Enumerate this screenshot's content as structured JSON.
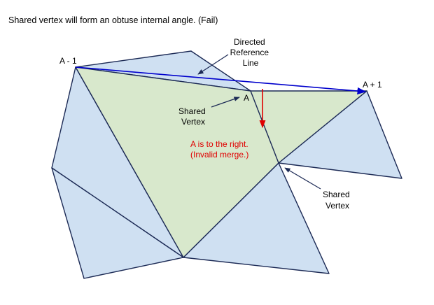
{
  "title": "Shared vertex will form an obtuse internal angle. (Fail)",
  "labels": {
    "a_minus_1": "A - 1",
    "a_plus_1": "A + 1",
    "a": "A",
    "reference_line": [
      "Directed",
      "Reference",
      "Line"
    ],
    "shared_vertex_1": [
      "Shared",
      "Vertex"
    ],
    "shared_vertex_2": [
      "Shared",
      "Vertex"
    ],
    "result": [
      "A is to the right.",
      "(Invalid merge.)"
    ]
  },
  "colors": {
    "polygon_fill": "#cfe0f2",
    "merged_polygon_fill": "#d8e8cc",
    "edge": "#1c2a55",
    "reference_line": "#0000cc",
    "result_arrow": "#e00000"
  }
}
